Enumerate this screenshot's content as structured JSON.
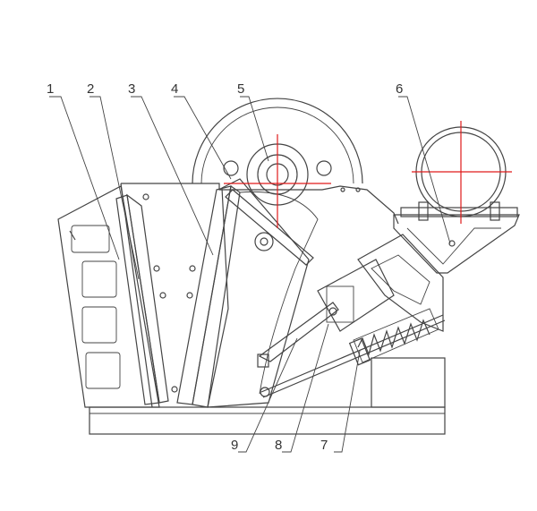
{
  "callouts": [
    {
      "id": "1",
      "text": "1"
    },
    {
      "id": "2",
      "text": "2"
    },
    {
      "id": "3",
      "text": "3"
    },
    {
      "id": "4",
      "text": "4"
    },
    {
      "id": "5",
      "text": "5"
    },
    {
      "id": "6",
      "text": "6"
    },
    {
      "id": "7",
      "text": "7"
    },
    {
      "id": "8",
      "text": "8"
    },
    {
      "id": "9",
      "text": "9"
    }
  ],
  "colors": {
    "line": "#444444",
    "centerline": "#e01a1a",
    "label": "#333333",
    "background": "#ffffff"
  }
}
